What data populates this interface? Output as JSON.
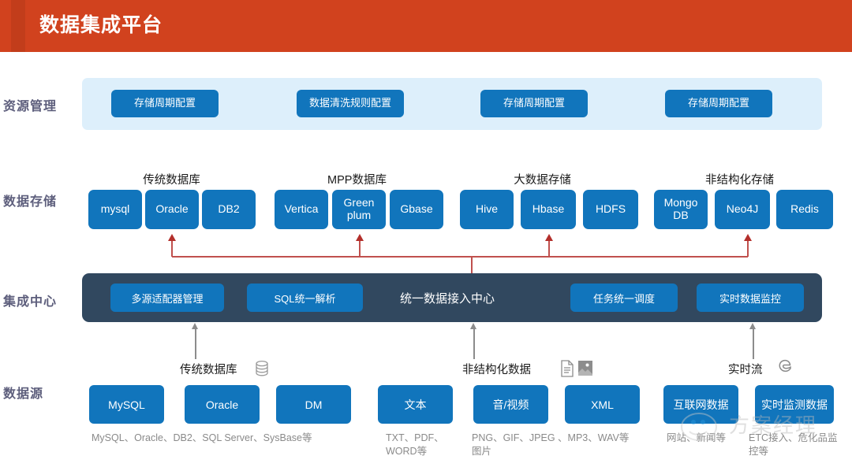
{
  "header": {
    "title": "数据集成平台",
    "bg_color": "#d1421e"
  },
  "theme": {
    "primary_blue": "#1175bc",
    "band_blue": "#ddeffb",
    "dark_navy": "#31485f",
    "label_purple": "#5d5e7c",
    "red_arrow": "#c0504d",
    "gray_arrow": "#8c8c8c"
  },
  "rows": {
    "resource": {
      "label": "资源管理"
    },
    "storage": {
      "label": "数据存储"
    },
    "integration": {
      "label": "集成中心"
    },
    "source": {
      "label": "数据源"
    }
  },
  "resource_buttons": [
    {
      "label": "存储周期配置"
    },
    {
      "label": "数据清洗规则配置"
    },
    {
      "label": "存储周期配置"
    },
    {
      "label": "存储周期配置"
    }
  ],
  "storage_groups": [
    {
      "title": "传统数据库",
      "items": [
        {
          "label": "mysql"
        },
        {
          "label": "Oracle"
        },
        {
          "label": "DB2"
        }
      ]
    },
    {
      "title": "MPP数据库",
      "items": [
        {
          "label": "Vertica"
        },
        {
          "label": "Green plum"
        },
        {
          "label": "Gbase"
        }
      ]
    },
    {
      "title": "大数据存储",
      "items": [
        {
          "label": "Hive"
        },
        {
          "label": "Hbase"
        },
        {
          "label": "HDFS"
        }
      ]
    },
    {
      "title": "非结构化存储",
      "items": [
        {
          "label": "Mongo DB"
        },
        {
          "label": "Neo4J"
        },
        {
          "label": "Redis"
        }
      ]
    }
  ],
  "integration": {
    "center_text": "统一数据接入中心",
    "buttons": [
      {
        "label": "多源适配器管理"
      },
      {
        "label": "SQL统一解析"
      },
      {
        "label": "任务统一调度"
      },
      {
        "label": "实时数据监控"
      }
    ]
  },
  "source_groups": [
    {
      "title": "传统数据库",
      "icon": "database-cylinder-icon",
      "items": [
        {
          "label": "MySQL"
        },
        {
          "label": "Oracle"
        },
        {
          "label": "DM"
        }
      ],
      "desc": "MySQL、Oracle、DB2、SQL Server、SysBase等"
    },
    {
      "title": "非结构化数据",
      "icon": "document-image-icon",
      "items": [
        {
          "label": "文本",
          "desc": "TXT、PDF、WORD等"
        },
        {
          "label": "音/视频",
          "desc": "PNG、GIF、JPEG 、MP3、WAV等图片"
        },
        {
          "label": "XML",
          "desc": ""
        }
      ],
      "desc": ""
    },
    {
      "title": "实时流",
      "icon": "edge-browser-icon",
      "items": [
        {
          "label": "互联网数据",
          "desc": "网站、新闻等"
        },
        {
          "label": "实时监测数据",
          "desc": "ETC接入、危化品监控等"
        }
      ],
      "desc": ""
    }
  ],
  "watermark": {
    "text": "方案经理",
    "icon": "wechat-icon"
  }
}
